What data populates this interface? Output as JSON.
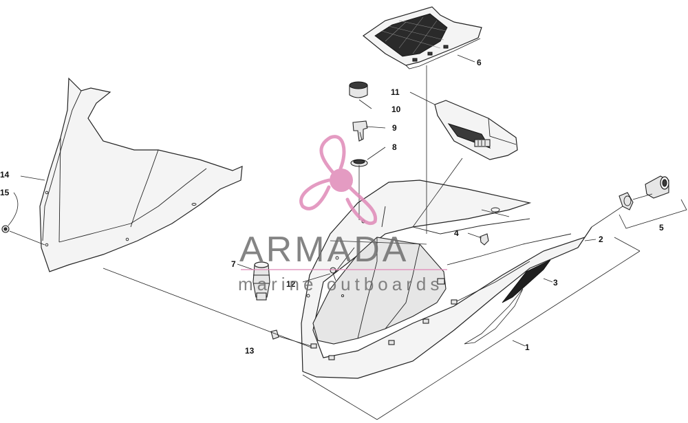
{
  "diagram": {
    "callouts": {
      "c1": "1",
      "c2": "2",
      "c3": "3",
      "c4": "4",
      "c5": "5",
      "c6": "6",
      "c7": "7",
      "c8": "8",
      "c9": "9",
      "c10": "10",
      "c11": "11",
      "c12": "12",
      "c13": "13",
      "c14": "14",
      "c15": "15"
    }
  },
  "watermark": {
    "title": "ARMADA",
    "subtitle": "marine outboards",
    "logo_color": "#e08ab8",
    "text_color": "#6f6f6f"
  }
}
